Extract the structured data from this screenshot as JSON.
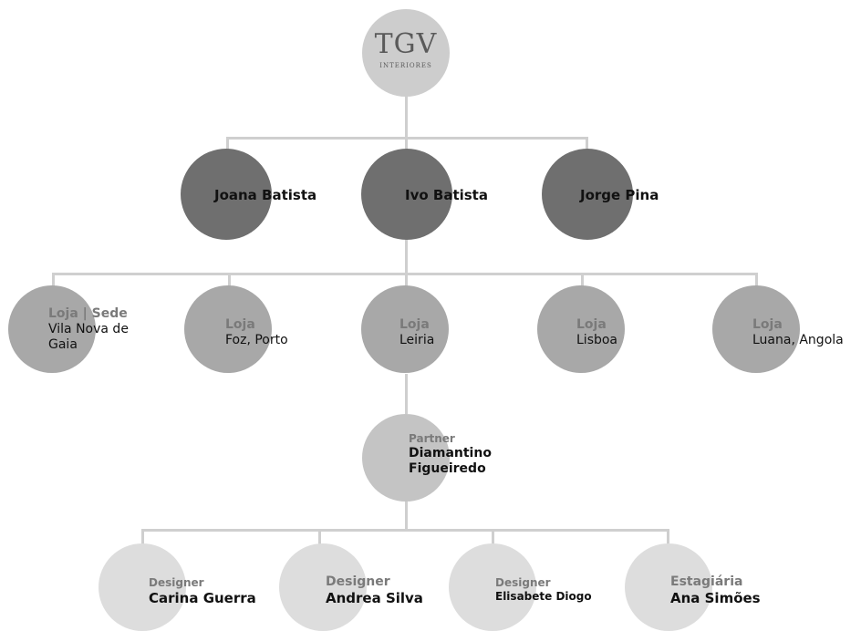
{
  "root": {
    "logo_text": "TGV",
    "logo_subtext": "INTERIORES"
  },
  "executives": [
    {
      "name": "Joana Batista"
    },
    {
      "name": "Ivo Batista"
    },
    {
      "name": "Jorge Pina"
    }
  ],
  "stores": [
    {
      "role": "Loja | Sede",
      "location": "Vila Nova de Gaia"
    },
    {
      "role": "Loja",
      "location": "Foz, Porto"
    },
    {
      "role": "Loja",
      "location": "Leiria"
    },
    {
      "role": "Loja",
      "location": "Lisboa"
    },
    {
      "role": "Loja",
      "location": "Luana, Angola"
    }
  ],
  "partner": {
    "role": "Partner",
    "name": "Diamantino Figueiredo"
  },
  "team": [
    {
      "role": "Designer",
      "name": "Carina Guerra"
    },
    {
      "role": "Designer",
      "name": "Andrea Silva"
    },
    {
      "role": "Designer",
      "name": "Elisabete Diogo"
    },
    {
      "role": "Estagiária",
      "name": "Ana Simões"
    }
  ]
}
